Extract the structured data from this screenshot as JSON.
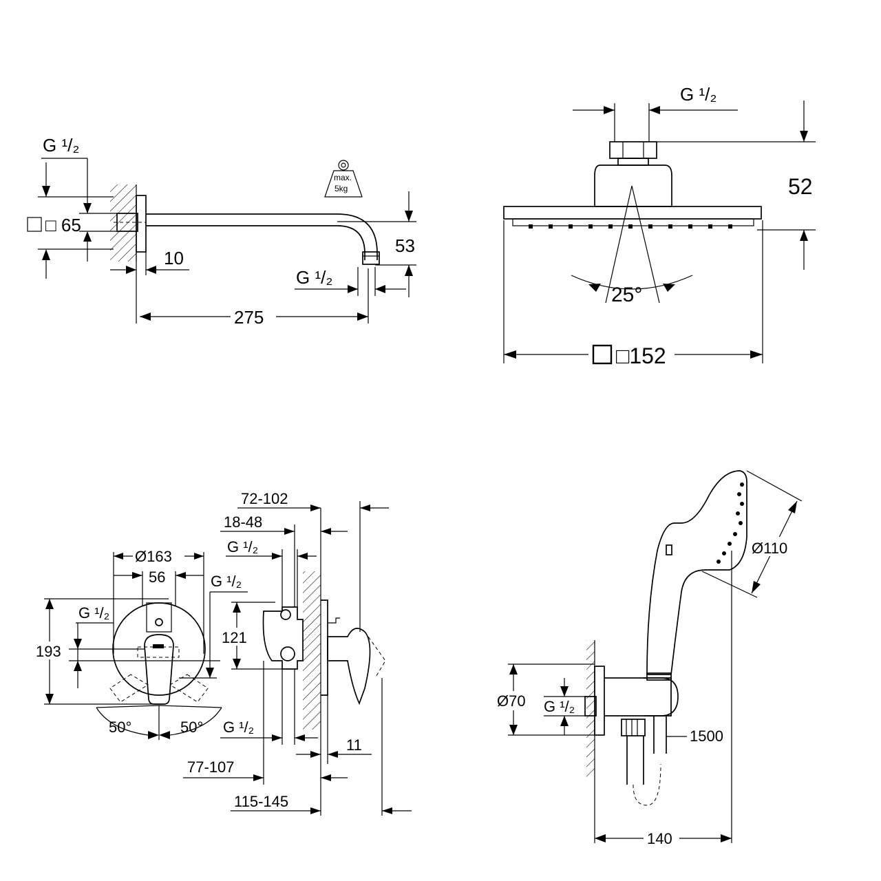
{
  "shower_arm": {
    "thread_top": "G ¹/₂",
    "flange_size": "□ 65",
    "wall_offset": "10",
    "outlet_thread": "G ¹/₂",
    "drop_height": "53",
    "projection": "275",
    "max_load_line1": "max.",
    "max_load_line2": "5kg"
  },
  "head_shower": {
    "thread": "G ¹/₂",
    "height": "52",
    "spray_angle": "25°",
    "size": "□152"
  },
  "mixer": {
    "dim_72_102": "72-102",
    "dim_18_48": "18-48",
    "thread_top": "G ¹/₂",
    "rosette_dia": "Ø163",
    "dim_56": "56",
    "thread_right": "G ¹/₂",
    "thread_left": "G ¹/₂",
    "height_193": "193",
    "height_121": "121",
    "angle_left": "50°",
    "angle_right": "50°",
    "thread_bottom": "G ¹/₂",
    "dim_11": "11",
    "dim_77_107": "77-107",
    "dim_115_145": "115-145"
  },
  "hand_shower": {
    "head_dia": "Ø110",
    "outlet_dia": "Ø70",
    "thread": "G ¹/₂",
    "hose_length": "1500",
    "width_140": "140"
  }
}
